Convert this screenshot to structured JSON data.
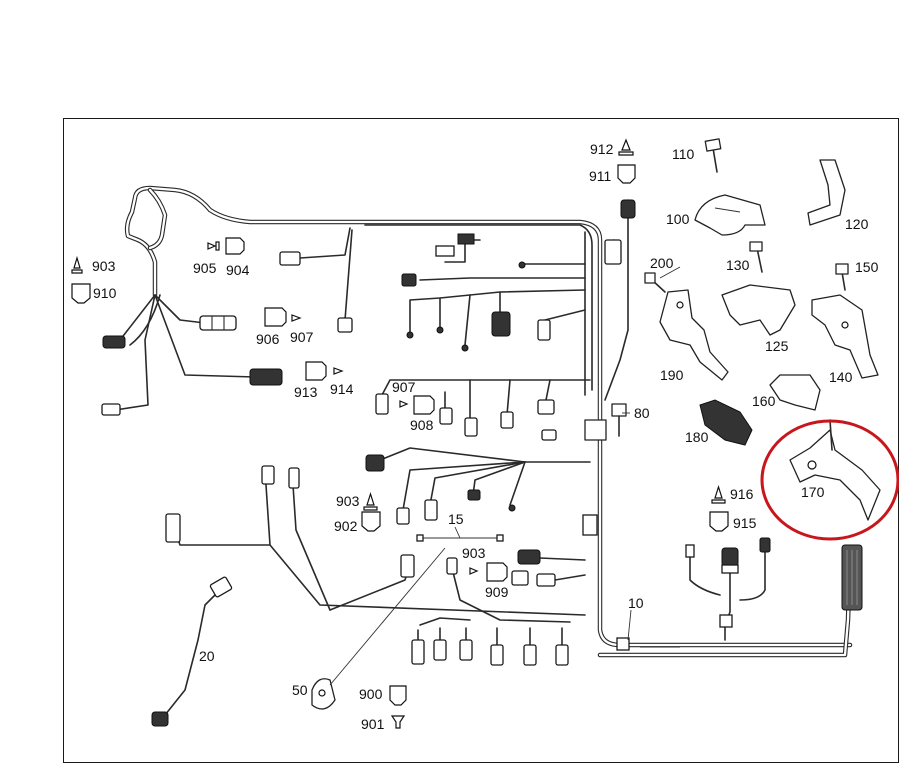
{
  "labels": {
    "l912": "912",
    "l911": "911",
    "l110": "110",
    "l100": "100",
    "l120": "120",
    "l200": "200",
    "l130": "130",
    "l150": "150",
    "l125": "125",
    "l190": "190",
    "l140": "140",
    "l160": "160",
    "l180": "180",
    "l170": "170",
    "l80": "80",
    "l903a": "903",
    "l910": "910",
    "l905": "905",
    "l904": "904",
    "l906": "906",
    "l907a": "907",
    "l913": "913",
    "l914": "914",
    "l907b": "907",
    "l908": "908",
    "l903b": "903",
    "l902": "902",
    "l15": "15",
    "l903c": "903",
    "l909": "909",
    "l916": "916",
    "l915": "915",
    "l10": "10",
    "l20": "20",
    "l50": "50",
    "l900": "900",
    "l901": "901"
  },
  "colors": {
    "line": "#2a2a2a",
    "highlight": "#c8161d",
    "background": "#ffffff"
  }
}
